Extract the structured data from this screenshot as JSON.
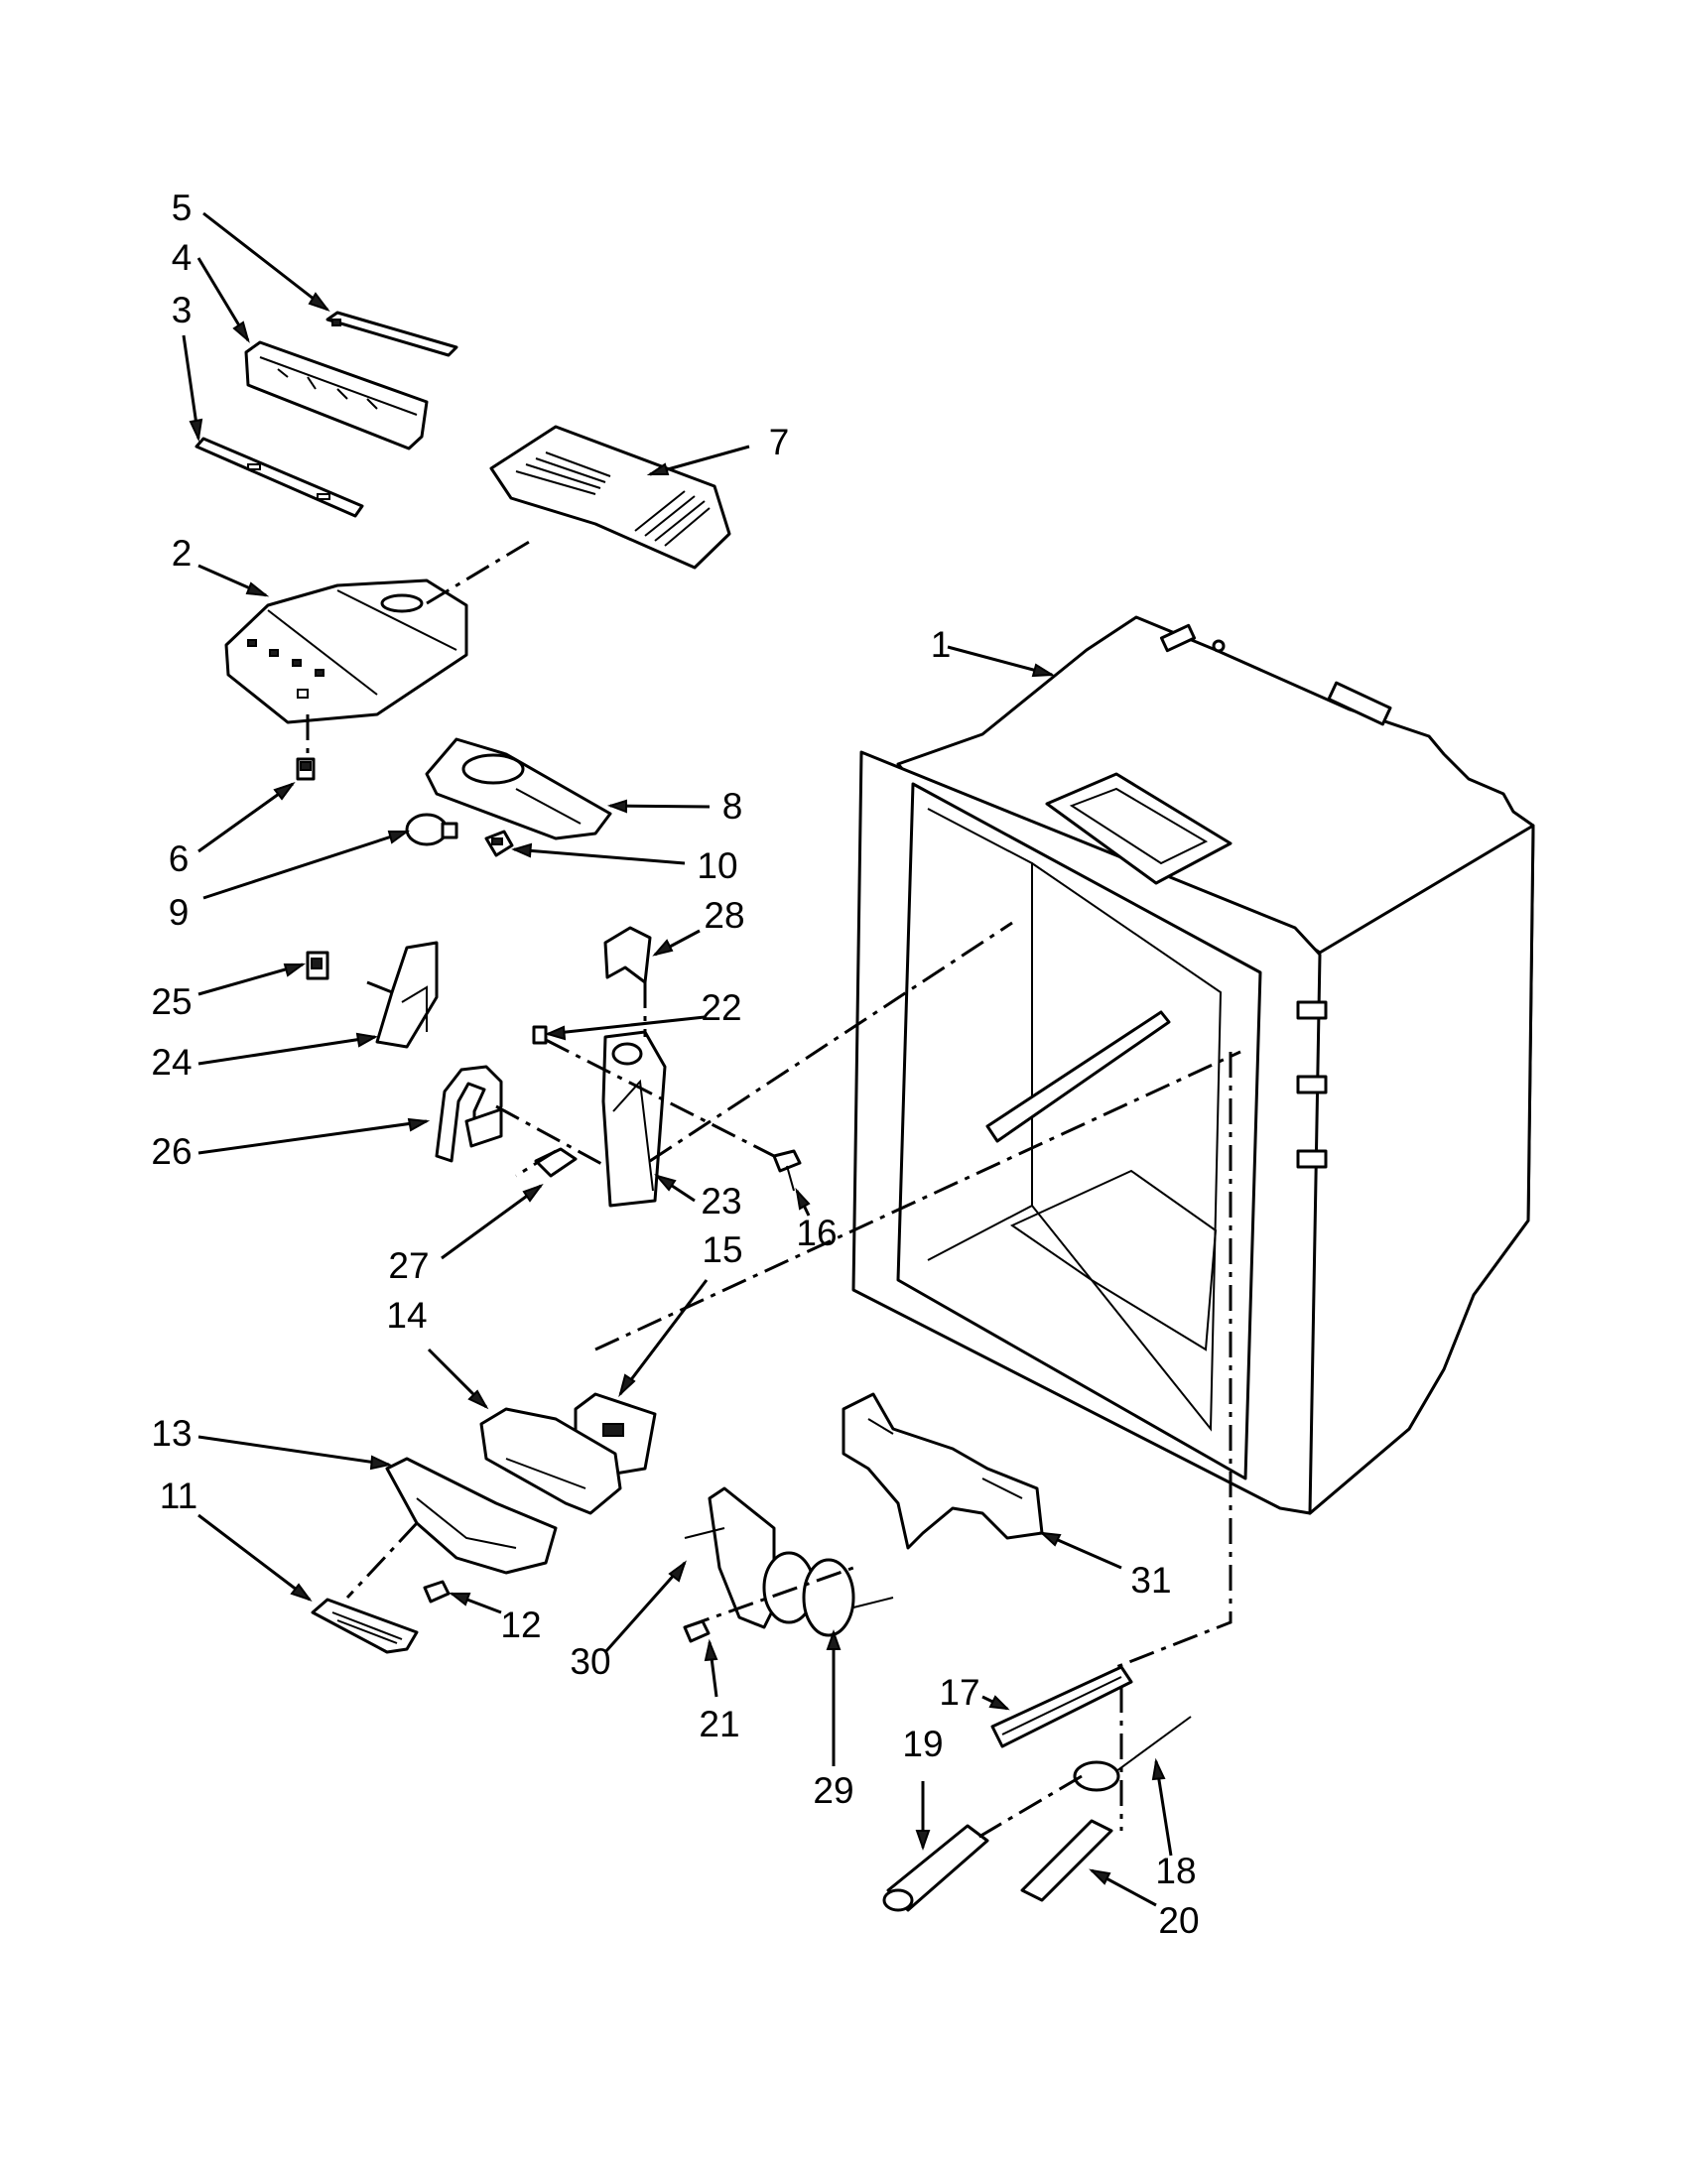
{
  "diagram": {
    "type": "exploded-parts-view",
    "line_color": "#000000",
    "background": "#ffffff",
    "callouts": [
      {
        "id": "1",
        "label": "1"
      },
      {
        "id": "2",
        "label": "2"
      },
      {
        "id": "3",
        "label": "3"
      },
      {
        "id": "4",
        "label": "4"
      },
      {
        "id": "5",
        "label": "5"
      },
      {
        "id": "6",
        "label": "6"
      },
      {
        "id": "7",
        "label": "7"
      },
      {
        "id": "8",
        "label": "8"
      },
      {
        "id": "9",
        "label": "9"
      },
      {
        "id": "10",
        "label": "10"
      },
      {
        "id": "11",
        "label": "11"
      },
      {
        "id": "12",
        "label": "12"
      },
      {
        "id": "13",
        "label": "13"
      },
      {
        "id": "14",
        "label": "14"
      },
      {
        "id": "15",
        "label": "15"
      },
      {
        "id": "16",
        "label": "16"
      },
      {
        "id": "17",
        "label": "17"
      },
      {
        "id": "18",
        "label": "18"
      },
      {
        "id": "19",
        "label": "19"
      },
      {
        "id": "20",
        "label": "20"
      },
      {
        "id": "21",
        "label": "21"
      },
      {
        "id": "22",
        "label": "22"
      },
      {
        "id": "23",
        "label": "23"
      },
      {
        "id": "24",
        "label": "24"
      },
      {
        "id": "25",
        "label": "25"
      },
      {
        "id": "26",
        "label": "26"
      },
      {
        "id": "27",
        "label": "27"
      },
      {
        "id": "28",
        "label": "28"
      },
      {
        "id": "29",
        "label": "29"
      },
      {
        "id": "30",
        "label": "30"
      },
      {
        "id": "31",
        "label": "31"
      }
    ]
  }
}
